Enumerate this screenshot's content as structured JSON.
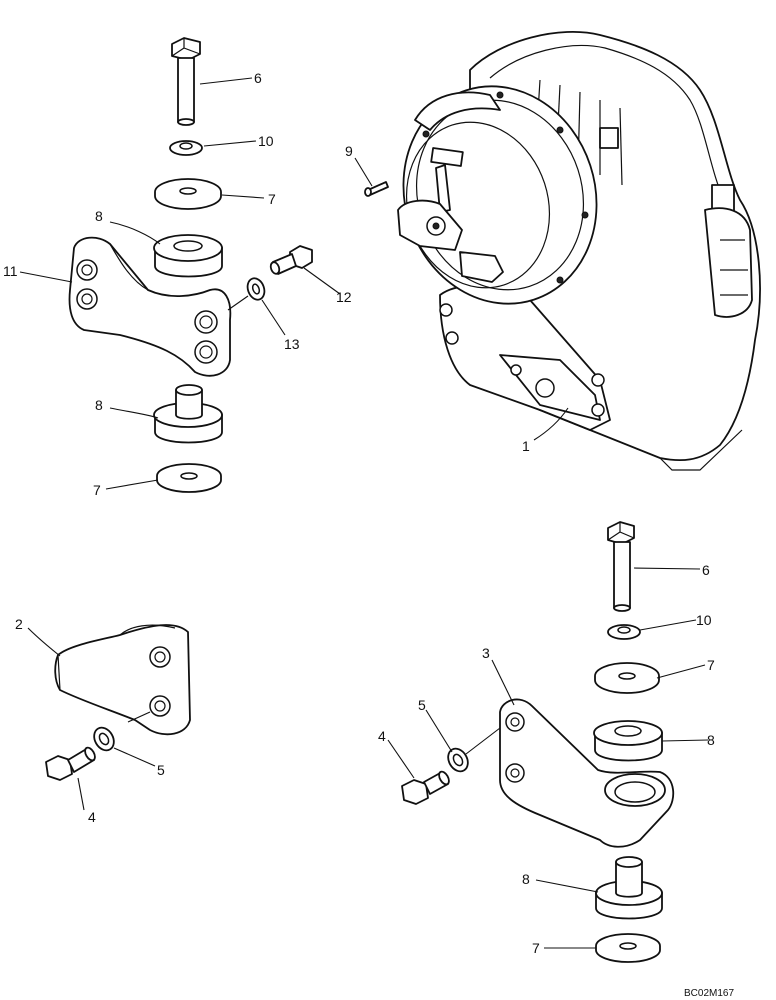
{
  "diagram": {
    "drawing_code": "BC02M167",
    "callouts": [
      "1",
      "2",
      "3",
      "4",
      "5",
      "6",
      "7",
      "8",
      "9",
      "10",
      "11",
      "12",
      "13"
    ]
  }
}
